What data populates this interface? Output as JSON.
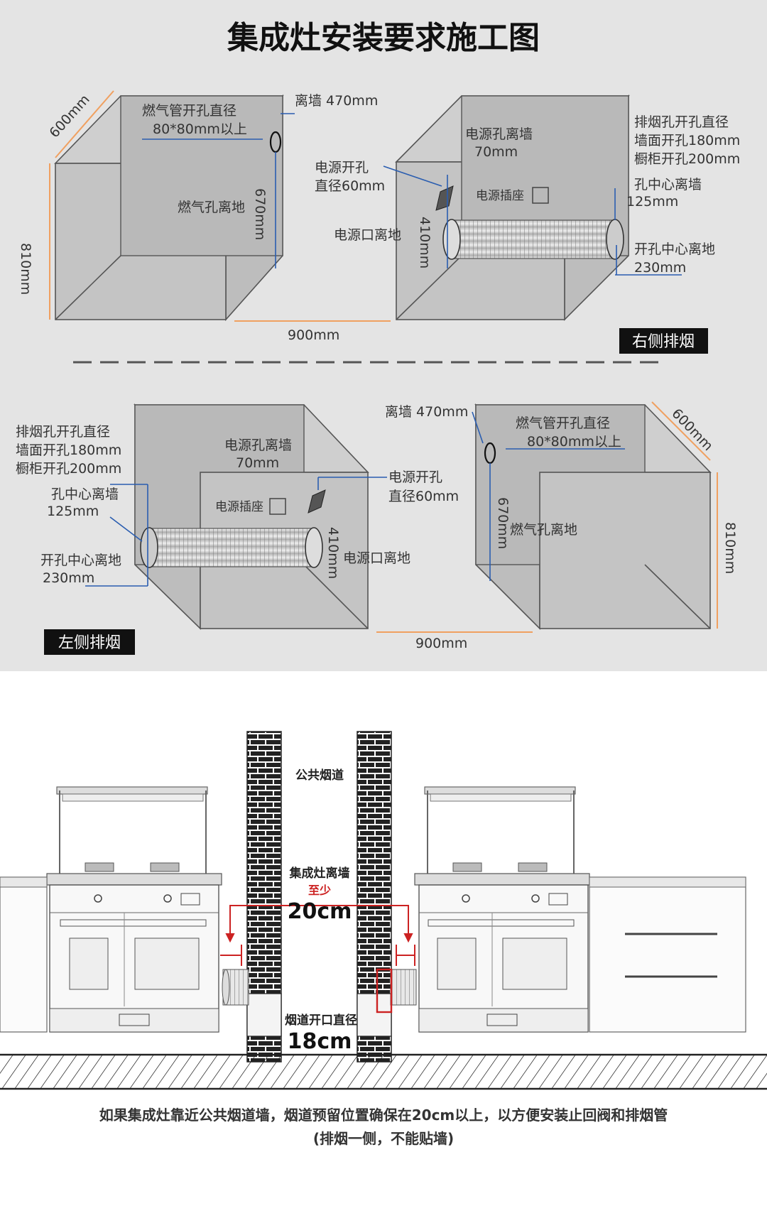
{
  "title": "集成灶安装要求施工图",
  "right_exhaust_tag": "右侧排烟",
  "left_exhaust_tag": "左侧排烟",
  "box1": {
    "depth": "600mm",
    "gas_pipe_hole": "燃气管开孔直径",
    "gas_pipe_size": "80*80mm以上",
    "from_wall": "离墙 470mm",
    "gas_hole_height_label": "燃气孔离地",
    "gas_hole_height": "670mm",
    "height": "810mm",
    "width": "900mm"
  },
  "box2": {
    "power_hole_wall": "电源孔离墙",
    "power_hole_wall_val": "70mm",
    "power_opening": "电源开孔",
    "power_opening_dia": "直径60mm",
    "socket": "电源插座",
    "power_height_label": "电源口离地",
    "power_height": "410mm",
    "exhaust_hole": "排烟孔开孔直径",
    "wall_hole": "墙面开孔180mm",
    "cabinet_hole": "橱柜开孔200mm",
    "center_wall": "孔中心离墙",
    "center_wall_val": "125mm",
    "center_floor": "开孔中心离地",
    "center_floor_val": "230mm"
  },
  "box3": {
    "exhaust_hole": "排烟孔开孔直径",
    "wall_hole": "墙面开孔180mm",
    "cabinet_hole": "橱柜开孔200mm",
    "center_wall": "孔中心离墙",
    "center_wall_val": "125mm",
    "center_floor": "开孔中心离地",
    "center_floor_val": "230mm",
    "power_hole_wall": "电源孔离墙",
    "power_hole_wall_val": "70mm",
    "socket": "电源插座",
    "power_opening": "电源开孔",
    "power_opening_dia": "直径60mm",
    "power_height": "410mm",
    "power_height_label": "电源口离地"
  },
  "box4": {
    "from_wall": "离墙 470mm",
    "gas_pipe_hole": "燃气管开孔直径",
    "gas_pipe_size": "80*80mm以上",
    "depth": "600mm",
    "gas_hole_height": "670mm",
    "gas_hole_height_label": "燃气孔离地",
    "height": "810mm",
    "width": "900mm"
  },
  "bottom": {
    "public_flue": "公共烟道",
    "distance_label": "集成灶离墙",
    "at_least": "至少",
    "distance_value": "20cm",
    "flue_opening": "烟道开口直径",
    "flue_opening_value": "18cm",
    "note_line1": "如果集成灶靠近公共烟道墙，烟道预留位置确保在20cm以上，以方便安装止回阀和排烟管",
    "note_line2": "(排烟一侧，不能贴墙)"
  },
  "colors": {
    "panel_bg": "#e4e4e4",
    "dimension_line": "#f0a060",
    "guide_line": "#2a5db0",
    "tag_bg": "#111111",
    "warning_red": "#cc2222"
  }
}
